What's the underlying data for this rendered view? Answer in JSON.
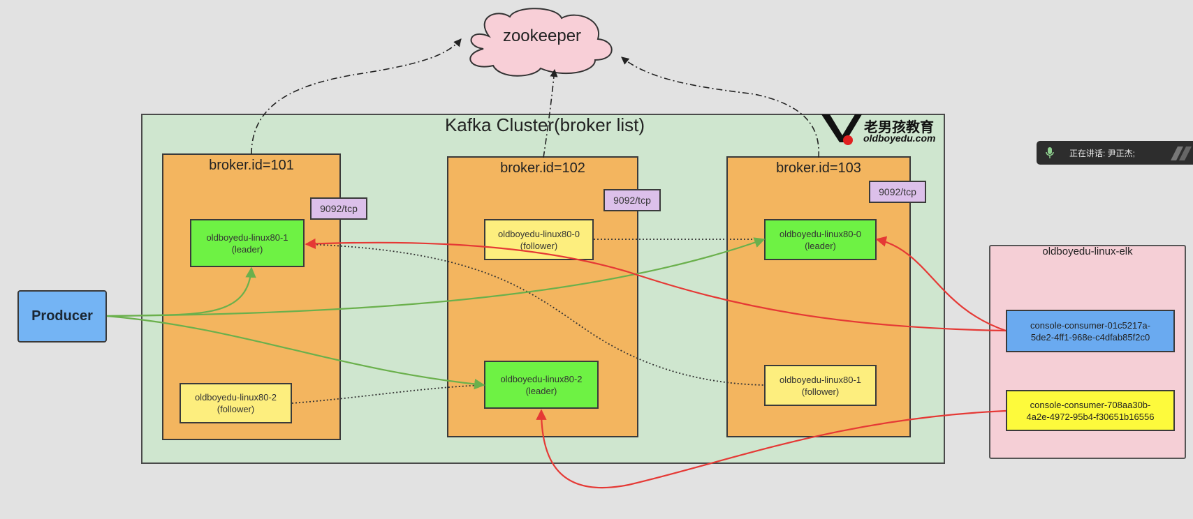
{
  "zookeeper": "zookeeper",
  "cluster": {
    "title": "Kafka Cluster(broker list)"
  },
  "logo": {
    "cn": "老男孩教育",
    "en": "oldboyedu.com"
  },
  "brokers": [
    {
      "title": "broker.id=101",
      "port": "9092/tcp",
      "leader": {
        "name": "oldboyedu-linux80-1",
        "role": "(leader)"
      },
      "follower": {
        "name": "oldboyedu-linux80-2",
        "role": "(follower)"
      }
    },
    {
      "title": "broker.id=102",
      "port": "9092/tcp",
      "follower": {
        "name": "oldboyedu-linux80-0",
        "role": "(follower)"
      },
      "leader": {
        "name": "oldboyedu-linux80-2",
        "role": "(leader)"
      }
    },
    {
      "title": "broker.id=103",
      "port": "9092/tcp",
      "leader": {
        "name": "oldboyedu-linux80-0",
        "role": "(leader)"
      },
      "follower": {
        "name": "oldboyedu-linux80-1",
        "role": "(follower)"
      }
    }
  ],
  "producer": "Producer",
  "elk": {
    "title": "oldboyedu-linux-elk",
    "consumers": [
      {
        "line1": "console-consumer-01c5217a-",
        "line2": "5de2-4ff1-968e-c4dfab85f2c0"
      },
      {
        "line1": "console-consumer-708aa30b-",
        "line2": "4a2e-4972-95b4-f30651b16556"
      }
    ]
  },
  "speech": {
    "text": "正在讲话: 尹正杰;"
  },
  "colors": {
    "cluster_bg": "#cfe6cf",
    "broker_bg": "#f3b55f",
    "leader": "#6ef244",
    "follower": "#fdee7e",
    "producer": "#74b4f4",
    "elk_bg": "#f5cfd6",
    "consumer1": "#6aaaf0",
    "consumer2": "#fdfa3c",
    "zookeeper": "#f8cfd7",
    "produce_arrow": "#6ab04c",
    "consume_arrow": "#e53935"
  }
}
